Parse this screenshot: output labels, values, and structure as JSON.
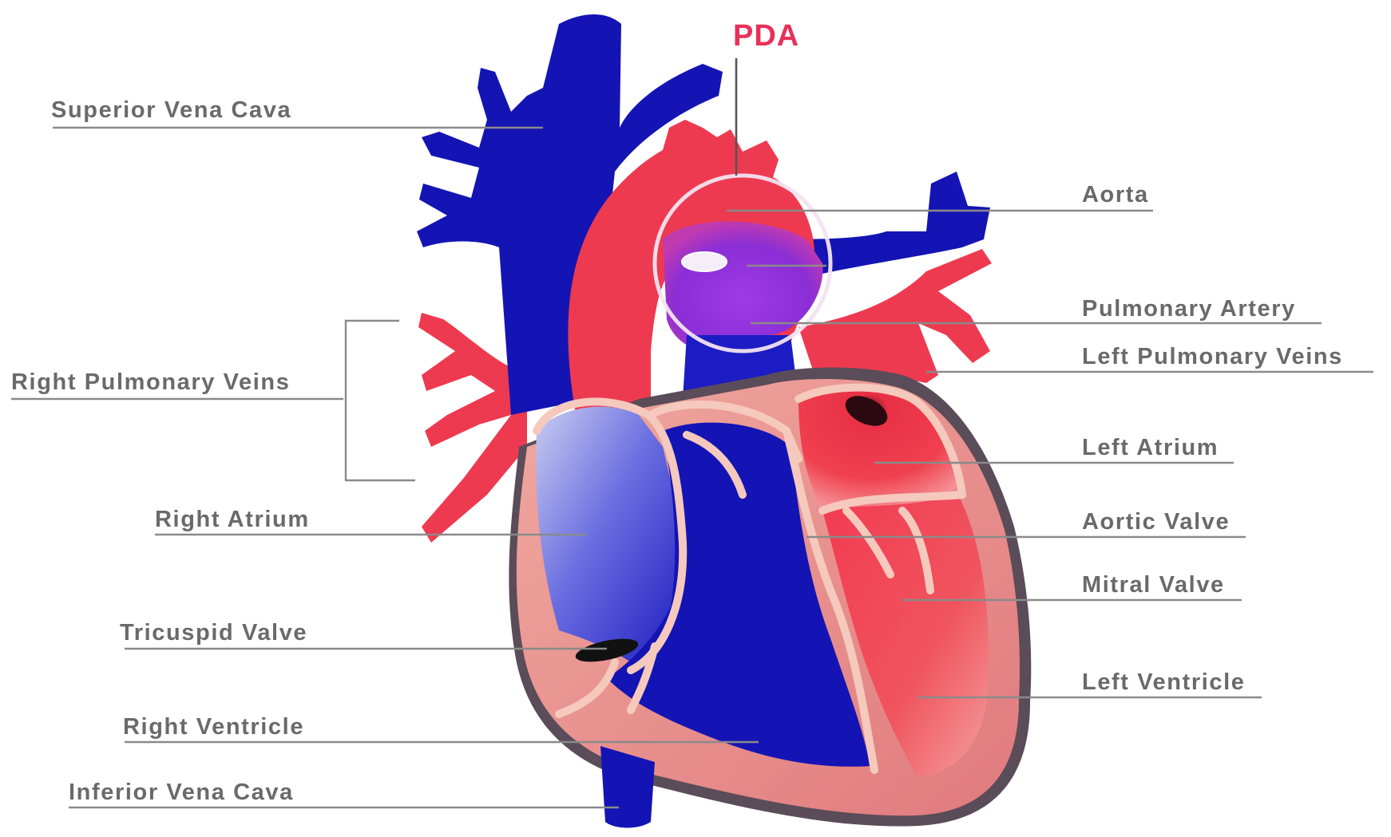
{
  "diagram": {
    "callout": "PDA",
    "labels": {
      "superior_vena_cava": "Superior Vena Cava",
      "right_pulmonary_veins": "Right Pulmonary Veins",
      "right_atrium": "Right Atrium",
      "tricuspid_valve": "Tricuspid Valve",
      "right_ventricle": "Right Ventricle",
      "inferior_vena_cava": "Inferior Vena Cava",
      "aorta": "Aorta",
      "pulmonary_artery": "Pulmonary Artery",
      "left_pulmonary_veins": "Left Pulmonary Veins",
      "left_atrium": "Left Atrium",
      "aortic_valve": "Aortic Valve",
      "mitral_valve": "Mitral Valve",
      "left_ventricle": "Left Ventricle"
    }
  },
  "colors": {
    "oxygenated": "#f0374f",
    "deoxygenated": "#1414b4",
    "mixed_shunt": "#9a35e0",
    "heart_wall": "#e58a8a",
    "pericardium": "#5a4c58",
    "septum_valves": "#f5c9bd",
    "callout": "#e8305a",
    "label_text": "#6a6a6a"
  }
}
